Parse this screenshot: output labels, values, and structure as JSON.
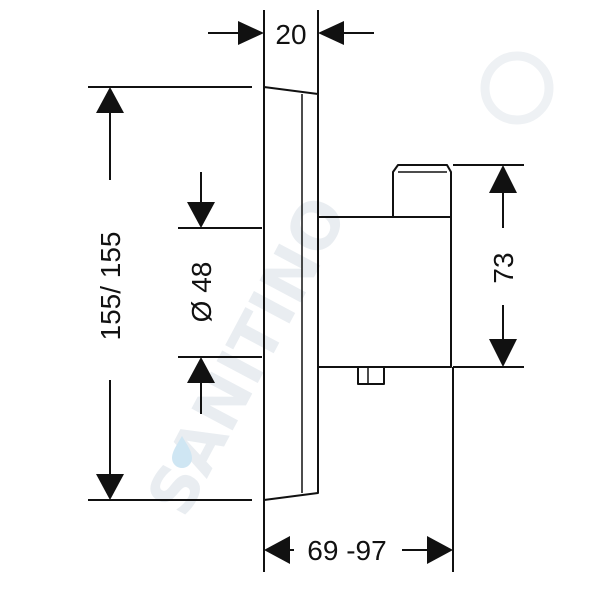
{
  "watermark": {
    "text": "SANITINO",
    "drop_color": "#cfe6f3",
    "color": "#e9edf1"
  },
  "colors": {
    "line": "#111111",
    "background": "#ffffff"
  },
  "dimensions": {
    "width_top": "20",
    "height_total": "155/ 155",
    "diameter": "Ø 48",
    "height_body": "73",
    "depth_range": "69 -97"
  }
}
